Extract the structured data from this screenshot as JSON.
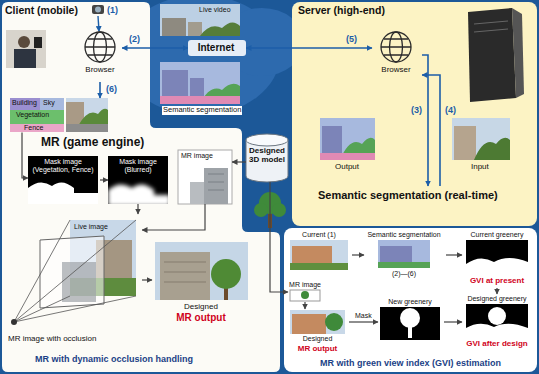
{
  "diagram": {
    "nodes": [
      {
        "text": [
          "Client (mobile)"
        ]
      },
      {
        "text": [
          "Browser"
        ],
        "in": 0
      },
      {
        "text": [
          "Building",
          "Sky",
          "Vegetation",
          "Fence"
        ],
        "in": 0
      },
      {
        "text": [
          "Mask image (Vegetation, Fence)"
        ],
        "in": 0
      },
      {
        "text": [
          "Mask image (Blurred)"
        ],
        "in": 0
      },
      {
        "text": [
          "MR image"
        ],
        "in": 0
      },
      {
        "text": [
          "Live image",
          "MR image with occlusion"
        ],
        "in": 0
      },
      {
        "text": [
          "Designed",
          "MR output"
        ],
        "in": 0
      },
      {
        "text": [
          "Internet"
        ]
      },
      {
        "text": [
          "Server (high-end)"
        ]
      },
      {
        "text": [
          "Browser"
        ],
        "in": 9
      },
      {
        "text": [
          "Semantic segmentation (real-time)"
        ],
        "in": 9
      },
      {
        "text": [
          "Designed 3D model"
        ]
      },
      {
        "text": [
          "MR with green view index (GVI) estimation"
        ]
      },
      {
        "text": [
          "Current (1)"
        ],
        "in": 13
      },
      {
        "text": [
          "Semantic segmentation",
          "(2)—(6)"
        ],
        "in": 13
      },
      {
        "text": [
          "Current greenery",
          "GVI at present"
        ],
        "in": 13
      },
      {
        "text": [
          "MR image"
        ],
        "in": 13
      },
      {
        "text": [
          "Designed",
          "MR output"
        ],
        "in": 13
      },
      {
        "text": [
          "New greenery"
        ],
        "in": 13
      },
      {
        "text": [
          "Designed greenery",
          "GVI after design"
        ],
        "in": 13
      }
    ],
    "edges": [
      {
        "from": 1,
        "to": 8,
        "label": "(2)",
        "arrow": "both"
      },
      {
        "from": 8,
        "to": 10,
        "label": "(5)",
        "arrow": "both"
      },
      {
        "from": 10,
        "to": 11,
        "label": "(3)",
        "arrow": "to"
      },
      {
        "from": 11,
        "to": 10,
        "label": "(4)",
        "arrow": "to"
      },
      {
        "from": 1,
        "to": 2,
        "label": "(6)",
        "arrow": "to"
      },
      {
        "from": 2,
        "to": 3,
        "arrow": "to"
      },
      {
        "from": 3,
        "to": 4,
        "arrow": "to"
      },
      {
        "from": 12,
        "to": 5,
        "arrow": "to"
      },
      {
        "from": 4,
        "to": 6,
        "arrow": "to"
      },
      {
        "from": 5,
        "to": 6,
        "arrow": "to"
      },
      {
        "from": 6,
        "to": 7,
        "arrow": "to"
      },
      {
        "from": 14,
        "to": 15,
        "arrow": "to"
      },
      {
        "from": 15,
        "to": 16,
        "arrow": "to"
      },
      {
        "from": 12,
        "to": 17,
        "arrow": "to"
      },
      {
        "from": 17,
        "to": 18,
        "arrow": "to"
      },
      {
        "from": 18,
        "to": 19,
        "label": "Mask",
        "arrow": "to"
      },
      {
        "from": 16,
        "to": 20,
        "arrow": "to"
      },
      {
        "from": 19,
        "to": 20,
        "arrow": "to"
      }
    ],
    "labels": [
      "(1)",
      "Live video",
      "Semantic segmentation",
      "Output",
      "Input",
      "MR (game engine)",
      "MR with dynamic occlusion handling"
    ]
  }
}
